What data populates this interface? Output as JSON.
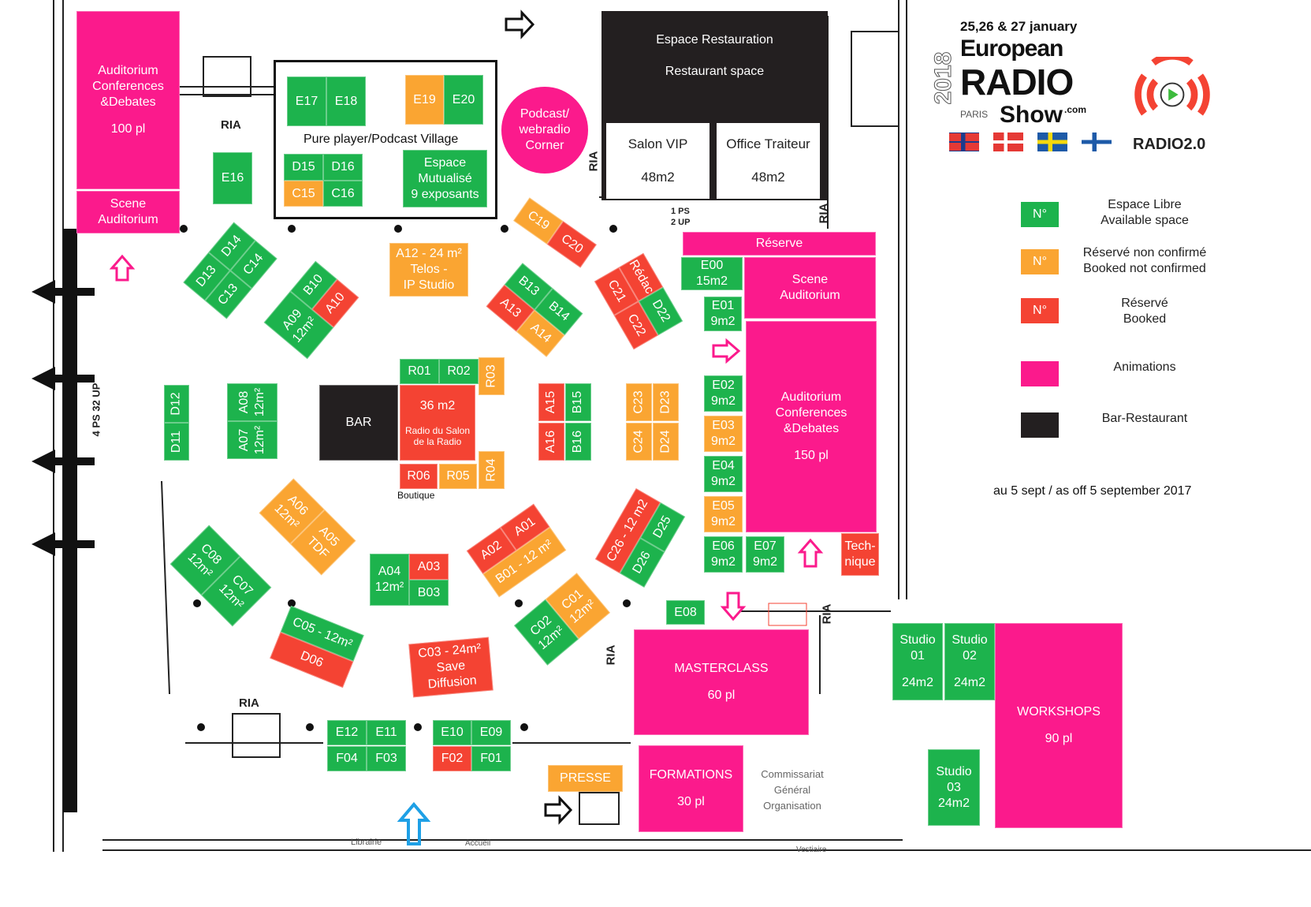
{
  "colors": {
    "free": "#1db34d",
    "pending": "#faa532",
    "booked": "#f44333",
    "animation": "#fb1a8c",
    "bar": "#231f20"
  },
  "logo": {
    "dates": "25,26 & 27 january",
    "line1": "European",
    "line2": "RADIO",
    "line3": "Show",
    "suffix": ".com",
    "year": "2018",
    "city": "PARIS",
    "partner": "RADIO2.0"
  },
  "legend": [
    {
      "swatch": "N°",
      "status": "free",
      "text": [
        "Espace Libre",
        "Available space"
      ]
    },
    {
      "swatch": "N°",
      "status": "pending",
      "text": [
        "Réservé non confirmé",
        "Booked not confirmed"
      ]
    },
    {
      "swatch": "N°",
      "status": "booked",
      "text": [
        "Réservé",
        "Booked"
      ]
    },
    {
      "swatch": "",
      "status": "animation",
      "text": [
        "Animations"
      ]
    },
    {
      "swatch": "",
      "status": "bar",
      "text": [
        "Bar-Restaurant"
      ]
    }
  ],
  "date_note": "au 5 sept / as off 5 september 2017",
  "village_title": "Pure player/Podcast Village",
  "podcast_corner": [
    "Podcast/",
    "webradio",
    "Corner"
  ],
  "restaurant": {
    "title": "Espace Restauration",
    "subtitle": "Restaurant space",
    "rooms": [
      {
        "name": "Salon VIP",
        "size": "48m2"
      },
      {
        "name": "Office Traiteur",
        "size": "48m2"
      }
    ]
  },
  "boutique": "Boutique",
  "plan_labels": {
    "ria": "RIA",
    "stairs_left": "4 PS  32 UP",
    "stairs_right_1": "1 PS",
    "stairs_right_2": "2 UP",
    "commissariat": [
      "Commissariat",
      "Général",
      "Organisation"
    ],
    "librairie": "Librairie",
    "accueil": "Accueil",
    "vestiaire": "Vestiaire"
  },
  "booths": {
    "AUD1": {
      "lines": [
        "Auditorium",
        "Conferences",
        "&Debates",
        "",
        "100 pl"
      ],
      "status": "animation"
    },
    "SCN1": {
      "lines": [
        "Scene",
        "Auditorium"
      ],
      "status": "animation"
    },
    "E17": {
      "lines": [
        "E17"
      ],
      "status": "free"
    },
    "E18": {
      "lines": [
        "E18"
      ],
      "status": "free"
    },
    "E19": {
      "lines": [
        "E19"
      ],
      "status": "pending"
    },
    "E20": {
      "lines": [
        "E20"
      ],
      "status": "free"
    },
    "D15": {
      "lines": [
        "D15"
      ],
      "status": "free"
    },
    "D16": {
      "lines": [
        "D16"
      ],
      "status": "free"
    },
    "C15": {
      "lines": [
        "C15"
      ],
      "status": "pending"
    },
    "C16": {
      "lines": [
        "C16"
      ],
      "status": "free"
    },
    "MUT": {
      "lines": [
        "Espace",
        "Mutualisé",
        "9 exposants"
      ],
      "status": "free"
    },
    "E16": {
      "lines": [
        "E16"
      ],
      "status": "free"
    },
    "RES": {
      "lines": [
        "Réserve"
      ],
      "status": "animation"
    },
    "E00": {
      "lines": [
        "E00",
        "15m2"
      ],
      "status": "free"
    },
    "SCN2": {
      "lines": [
        "Scene",
        "Auditorium"
      ],
      "status": "animation"
    },
    "E01": {
      "lines": [
        "E01",
        "9m2"
      ],
      "status": "free"
    },
    "AUD2": {
      "lines": [
        "Auditorium",
        "Conferences",
        "&Debates",
        "",
        "150 pl"
      ],
      "status": "animation"
    },
    "E02": {
      "lines": [
        "E02",
        "9m2"
      ],
      "status": "free"
    },
    "E03": {
      "lines": [
        "E03",
        "9m2"
      ],
      "status": "pending"
    },
    "E04": {
      "lines": [
        "E04",
        "9m2"
      ],
      "status": "free"
    },
    "E05": {
      "lines": [
        "E05",
        "9m2"
      ],
      "status": "pending"
    },
    "E06": {
      "lines": [
        "E06",
        "9m2"
      ],
      "status": "free"
    },
    "E07": {
      "lines": [
        "E07",
        "9m2"
      ],
      "status": "free"
    },
    "TECH": {
      "lines": [
        "Tech-",
        "nique"
      ],
      "status": "booked"
    },
    "E08": {
      "lines": [
        "E08"
      ],
      "status": "free"
    },
    "MASTER": {
      "lines": [
        "MASTERCLASS",
        "",
        "60 pl"
      ],
      "status": "animation"
    },
    "FORM": {
      "lines": [
        "FORMATIONS",
        "",
        "30 pl"
      ],
      "status": "animation"
    },
    "ST01": {
      "lines": [
        "Studio",
        "01",
        "",
        "24m2"
      ],
      "status": "free"
    },
    "ST02": {
      "lines": [
        "Studio",
        "02",
        "",
        "24m2"
      ],
      "status": "free"
    },
    "WORK": {
      "lines": [
        "WORKSHOPS",
        "",
        "90 pl"
      ],
      "status": "animation"
    },
    "ST03": {
      "lines": [
        "Studio",
        "03",
        "24m2"
      ],
      "status": "free"
    },
    "PRESSE": {
      "lines": [
        "PRESSE"
      ],
      "status": "pending"
    },
    "E12": {
      "lines": [
        "E12"
      ],
      "status": "free"
    },
    "E11": {
      "lines": [
        "E11"
      ],
      "status": "free"
    },
    "F04": {
      "lines": [
        "F04"
      ],
      "status": "free"
    },
    "F03": {
      "lines": [
        "F03"
      ],
      "status": "free"
    },
    "E10": {
      "lines": [
        "E10"
      ],
      "status": "free"
    },
    "E09": {
      "lines": [
        "E09"
      ],
      "status": "free"
    },
    "F02": {
      "lines": [
        "F02"
      ],
      "status": "booked"
    },
    "F01": {
      "lines": [
        "F01"
      ],
      "status": "free"
    },
    "R01": {
      "lines": [
        "R01"
      ],
      "status": "free"
    },
    "R02": {
      "lines": [
        "R02"
      ],
      "status": "free"
    },
    "R03": {
      "lines": [
        "R03"
      ],
      "status": "pending"
    },
    "BAR": {
      "lines": [
        "BAR"
      ],
      "status": "bar"
    },
    "R36": {
      "lines": [
        "36 m2",
        "",
        "Radio du Salon",
        "de la Radio"
      ],
      "status": "booked"
    },
    "R06": {
      "lines": [
        "R06"
      ],
      "status": "booked"
    },
    "R05": {
      "lines": [
        "R05"
      ],
      "status": "pending"
    },
    "R04": {
      "lines": [
        "R04"
      ],
      "status": "pending"
    },
    "D12": {
      "lines": [
        "D12"
      ],
      "status": "free"
    },
    "D11": {
      "lines": [
        "D11"
      ],
      "status": "free"
    },
    "A08": {
      "lines": [
        "A08",
        "12m²"
      ],
      "status": "free"
    },
    "A07": {
      "lines": [
        "A07",
        "12m²"
      ],
      "status": "free"
    },
    "A15": {
      "lines": [
        "A15"
      ],
      "status": "booked"
    },
    "B15": {
      "lines": [
        "B15"
      ],
      "status": "free"
    },
    "A16": {
      "lines": [
        "A16"
      ],
      "status": "booked"
    },
    "B16": {
      "lines": [
        "B16"
      ],
      "status": "free"
    },
    "C23": {
      "lines": [
        "C23"
      ],
      "status": "pending"
    },
    "D23": {
      "lines": [
        "D23"
      ],
      "status": "pending"
    },
    "C24": {
      "lines": [
        "C24"
      ],
      "status": "pending"
    },
    "D24": {
      "lines": [
        "D24"
      ],
      "status": "pending"
    },
    "A12": {
      "lines": [
        "A12 - 24 m²",
        "Telos -",
        "IP Studio"
      ],
      "status": "pending"
    },
    "A04": {
      "lines": [
        "A04",
        "12m²"
      ],
      "status": "free"
    },
    "A03": {
      "lines": [
        "A03"
      ],
      "status": "booked"
    },
    "B03": {
      "lines": [
        "B03"
      ],
      "status": "free"
    },
    "D13": {
      "lines": [
        "D13"
      ],
      "status": "free"
    },
    "D14": {
      "lines": [
        "D14"
      ],
      "status": "free"
    },
    "C13": {
      "lines": [
        "C13"
      ],
      "status": "free"
    },
    "C14": {
      "lines": [
        "C14"
      ],
      "status": "free"
    },
    "A09": {
      "lines": [
        "A09",
        "12m²"
      ],
      "status": "free"
    },
    "B10": {
      "lines": [
        "B10"
      ],
      "status": "free"
    },
    "A10": {
      "lines": [
        "A10"
      ],
      "status": "booked"
    },
    "C19": {
      "lines": [
        "C19"
      ],
      "status": "pending"
    },
    "C20": {
      "lines": [
        "C20"
      ],
      "status": "booked"
    },
    "B13": {
      "lines": [
        "B13"
      ],
      "status": "free"
    },
    "B14": {
      "lines": [
        "B14"
      ],
      "status": "free"
    },
    "A13": {
      "lines": [
        "A13"
      ],
      "status": "booked"
    },
    "A14": {
      "lines": [
        "A14"
      ],
      "status": "pending"
    },
    "REDAC": {
      "lines": [
        "Rédac"
      ],
      "status": "booked"
    },
    "D22": {
      "lines": [
        "D22"
      ],
      "status": "free"
    },
    "C21": {
      "lines": [
        "C21"
      ],
      "status": "booked"
    },
    "C22": {
      "lines": [
        "C22"
      ],
      "status": "booked"
    },
    "A06": {
      "lines": [
        "A06",
        "12m²"
      ],
      "status": "pending"
    },
    "A05": {
      "lines": [
        "A05",
        "TDF"
      ],
      "status": "pending"
    },
    "C08": {
      "lines": [
        "C08",
        "12m²"
      ],
      "status": "free"
    },
    "C07": {
      "lines": [
        "C07",
        "12m²"
      ],
      "status": "free"
    },
    "C05": {
      "lines": [
        "C05 - 12m²"
      ],
      "status": "free"
    },
    "D06": {
      "lines": [
        "D06"
      ],
      "status": "booked"
    },
    "C03": {
      "lines": [
        "C03 - 24m²",
        "Save",
        "Diffusion"
      ],
      "status": "booked"
    },
    "A02": {
      "lines": [
        "A02"
      ],
      "status": "booked"
    },
    "A01": {
      "lines": [
        "A01"
      ],
      "status": "booked"
    },
    "B01": {
      "lines": [
        "B01 - 12 m²"
      ],
      "status": "pending"
    },
    "C26": {
      "lines": [
        "C26 - 12 m2"
      ],
      "status": "booked"
    },
    "D26": {
      "lines": [
        "D26"
      ],
      "status": "free"
    },
    "D25": {
      "lines": [
        "D25"
      ],
      "status": "free"
    },
    "C02": {
      "lines": [
        "C02",
        "12m²"
      ],
      "status": "free"
    },
    "C01": {
      "lines": [
        "C01",
        "12m²"
      ],
      "status": "pending"
    }
  }
}
